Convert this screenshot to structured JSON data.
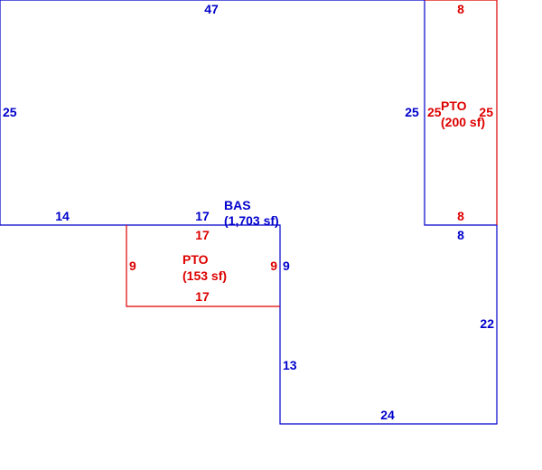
{
  "colors": {
    "bas": "#0000cc",
    "pto": "#dd0000"
  },
  "bas": {
    "name": "BAS",
    "area": "(1,703 sf)",
    "dims": {
      "top": "47",
      "left": "25",
      "bottom_left": "14",
      "ledge": "17",
      "inner_right": "25",
      "ledge_right": "8",
      "right": "22",
      "bottom": "24",
      "step_down": "9",
      "lower_left": "13"
    }
  },
  "pto_right": {
    "name": "PTO",
    "area": "(200 sf)",
    "dims": {
      "top": "8",
      "left": "25",
      "right": "25",
      "bottom": "8"
    }
  },
  "pto_lower": {
    "name": "PTO",
    "area": "(153 sf)",
    "dims": {
      "top": "17",
      "left": "9",
      "right": "9",
      "bottom": "17"
    }
  }
}
